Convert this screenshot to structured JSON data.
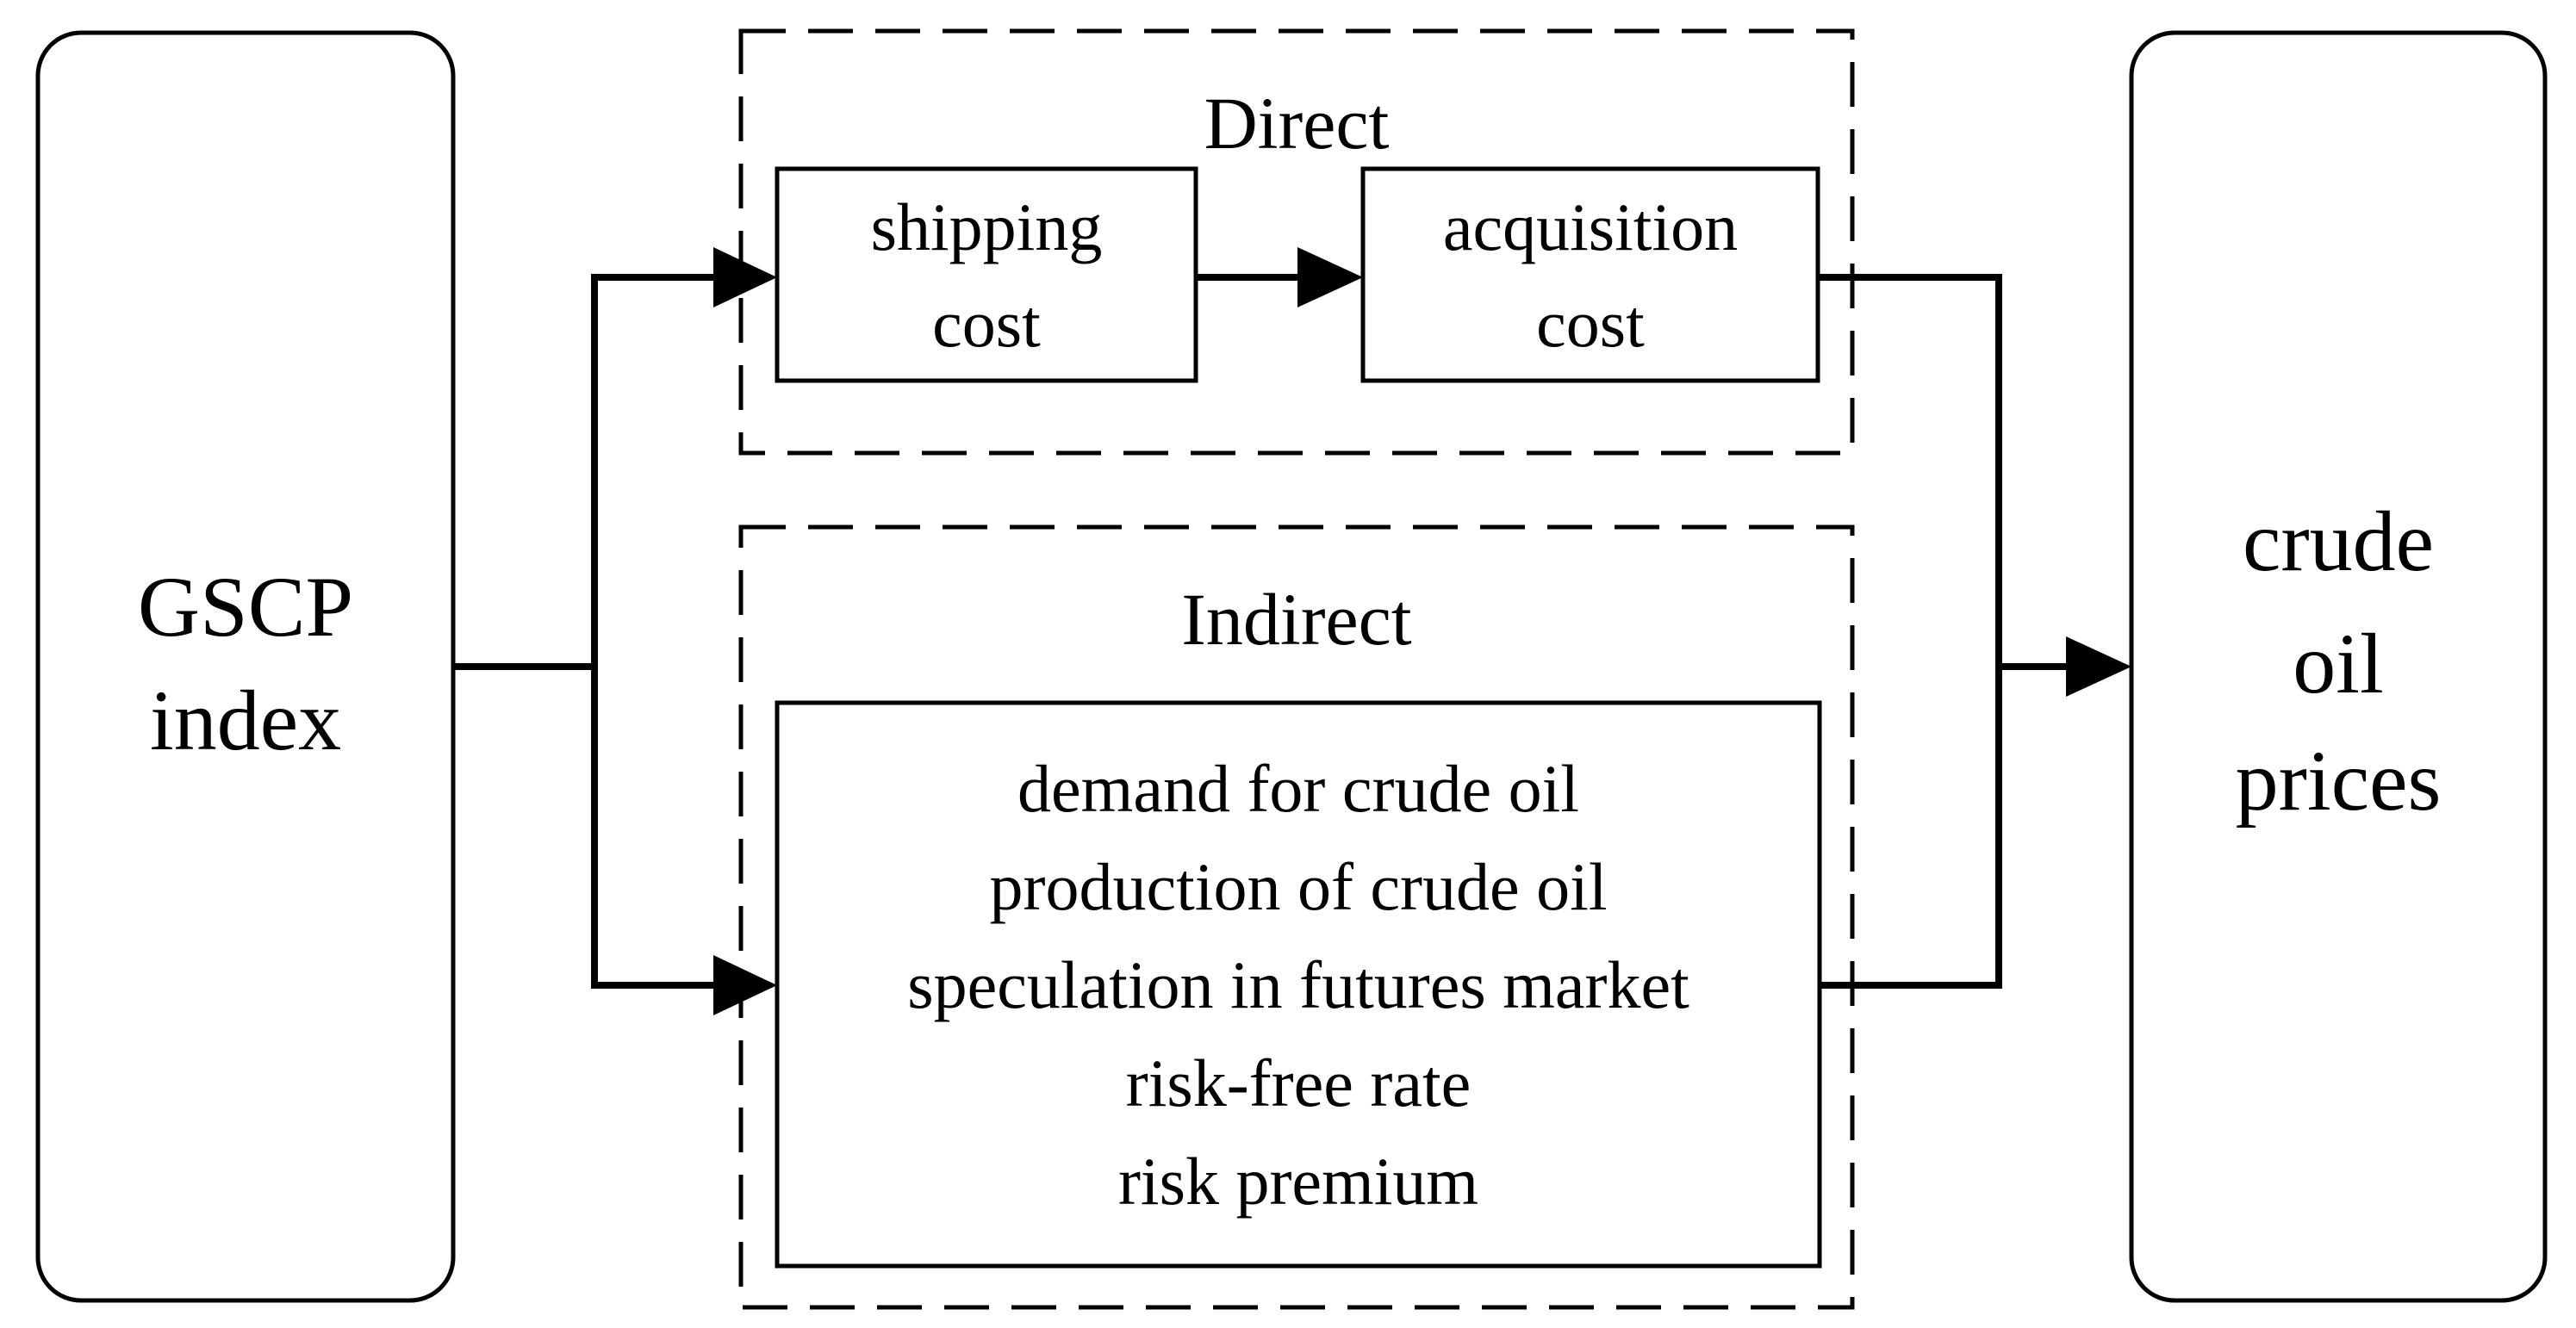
{
  "left_box": {
    "lines": [
      "GSCP",
      "index"
    ]
  },
  "right_box": {
    "lines": [
      "crude",
      "oil",
      "prices"
    ]
  },
  "direct_group": {
    "title": "Direct",
    "shipping_cost": {
      "lines": [
        "shipping",
        "cost"
      ]
    },
    "acquisition_cost": {
      "lines": [
        "acquisition",
        "cost"
      ]
    }
  },
  "indirect_group": {
    "title": "Indirect",
    "factors": [
      "demand for crude oil",
      "production of crude oil",
      "speculation in futures market",
      "risk-free rate",
      "risk premium"
    ]
  }
}
